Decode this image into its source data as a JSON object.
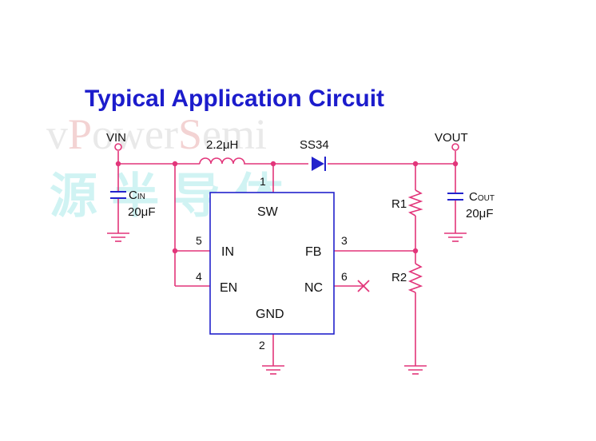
{
  "title": "Typical Application Circuit",
  "watermark": {
    "en_a": "v",
    "en_b": "P",
    "en_c": "ower",
    "en_d": "S",
    "en_e": "emi",
    "cn": "源半导体"
  },
  "nets": {
    "vin": "VIN",
    "vout": "VOUT"
  },
  "components": {
    "inductor": "2.2μH",
    "diode": "SS34",
    "cin": {
      "base": "C",
      "sub": "IN",
      "value": "20μF"
    },
    "cout": {
      "base": "C",
      "sub": "OUT",
      "value": "20μF"
    },
    "r1": "R1",
    "r2": "R2"
  },
  "chip": {
    "pins": [
      {
        "name": "SW",
        "num": "1"
      },
      {
        "name": "GND",
        "num": "2"
      },
      {
        "name": "FB",
        "num": "3"
      },
      {
        "name": "EN",
        "num": "4"
      },
      {
        "name": "IN",
        "num": "5"
      },
      {
        "name": "NC",
        "num": "6"
      }
    ]
  },
  "colors": {
    "wire": "#e2357a",
    "chip": "#2222cc",
    "title": "#1c1ccc"
  }
}
